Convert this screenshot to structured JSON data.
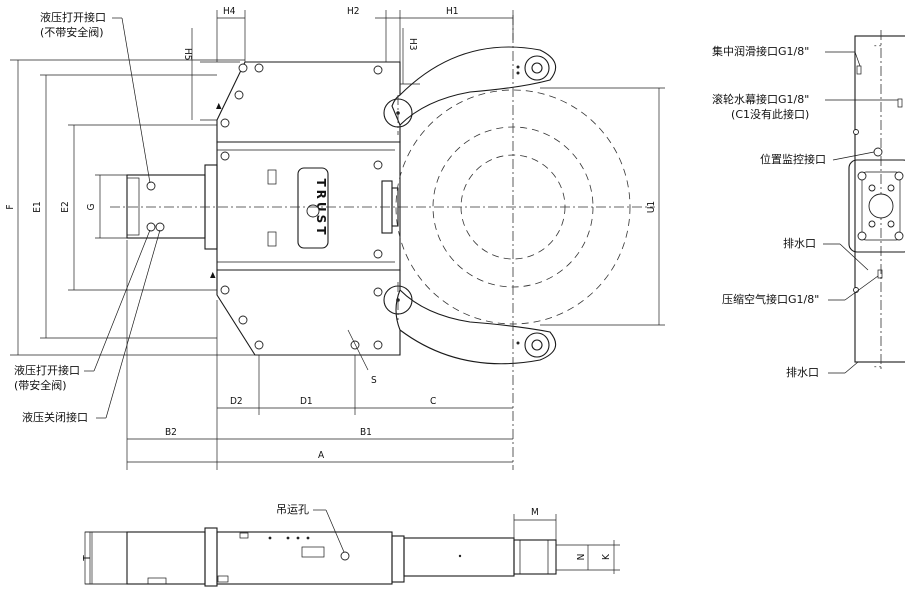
{
  "callouts": {
    "hyd_open_no_valve": [
      "液压打开接口",
      "(不带安全阀)"
    ],
    "hyd_open_with_valve": [
      "液压打开接口",
      "(带安全阀)"
    ],
    "hyd_close": "液压关闭接口",
    "central_lube": "集中润滑接口G1/8\"",
    "roller_water": [
      "滚轮水幕接口G1/8\"",
      "(C1没有此接口)"
    ],
    "position_monitor": "位置监控接口",
    "drain_1": "排水口",
    "compressed_air": "压缩空气接口G1/8\"",
    "drain_2": "排水口",
    "lifting_hole": "吊运孔"
  },
  "dimensions": {
    "H4": "H4",
    "H2": "H2",
    "H1": "H1",
    "H5": "H5",
    "H3": "H3",
    "F": "F",
    "E1": "E1",
    "E2": "E2",
    "G": "G",
    "U1": "U1",
    "D2": "D2",
    "D1": "D1",
    "C": "C",
    "B2": "B2",
    "B1": "B1",
    "A": "A",
    "S": "S",
    "M": "M",
    "T": "T",
    "N": "N",
    "K": "K"
  },
  "logo": "TRUST"
}
